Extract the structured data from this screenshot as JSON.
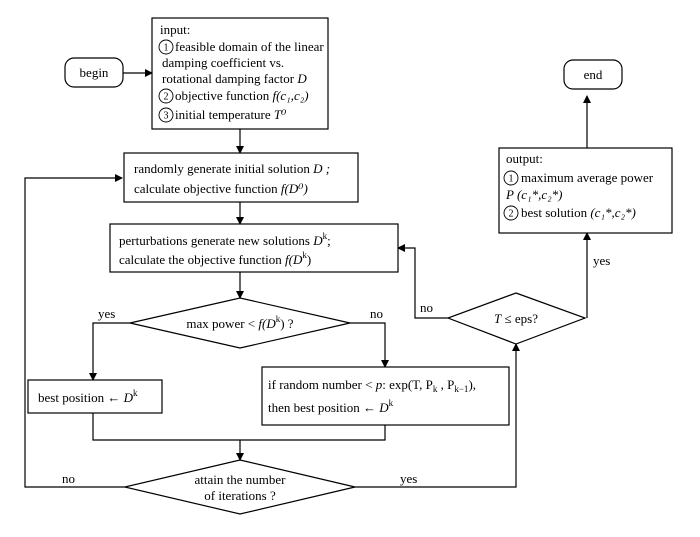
{
  "begin": "begin",
  "end": "end",
  "input": {
    "title": "input:",
    "n1": "1",
    "l1a": "feasible domain of the linear",
    "l1b": "damping coefficient vs.",
    "l1c": "rotational damping factor",
    "l1c_var": "D",
    "n2": "2",
    "l2": "objective function",
    "l2_math": "f(c₁,c₂)",
    "n3": "3",
    "l3": "initial temperature",
    "l3_math": "T⁰"
  },
  "init": {
    "l1": "randomly generate initial solution",
    "l1_var": "D ;",
    "l2": "calculate objective function",
    "l2_math": "f(D⁰)"
  },
  "perturb": {
    "l1": "perturbations generate new solutions",
    "l1_var": "D",
    "l1_sup": "k",
    "l1_end": ";",
    "l2": "calculate the objective function",
    "l2_math": "f(D",
    "l2_sup": "k",
    "l2_end": ")"
  },
  "decision_power": {
    "text": "max power <",
    "math": "f(D",
    "sup": "k",
    "end": ") ?"
  },
  "best": {
    "text": "best  position ←",
    "var": "D",
    "sup": "k"
  },
  "random": {
    "l1": "if random number <",
    "l1_var": "p",
    "l1_rest": ": exp(T, P",
    "l1_sub1": "k",
    "l1_mid": " , P",
    "l1_sub2": "k−1",
    "l1_end": "),",
    "l2": "then best position ←",
    "l2_var": "D",
    "l2_sup": "k"
  },
  "decision_iter": {
    "l1": "attain the number",
    "l2": "of iterations ?"
  },
  "decision_temp": {
    "var": "T",
    "text": " ≤ eps?"
  },
  "output": {
    "title": "output:",
    "n1": "1",
    "l1": "maximum average power",
    "l1b": "P (c₁*,c₂*)",
    "n2": "2",
    "l2": "best solution",
    "l2_math": "(c₁*,c₂*)"
  },
  "labels": {
    "yes_left": "yes",
    "no_right": "no",
    "no_temp": "no",
    "yes_temp": "yes",
    "no_iter": "no",
    "yes_iter": "yes"
  }
}
